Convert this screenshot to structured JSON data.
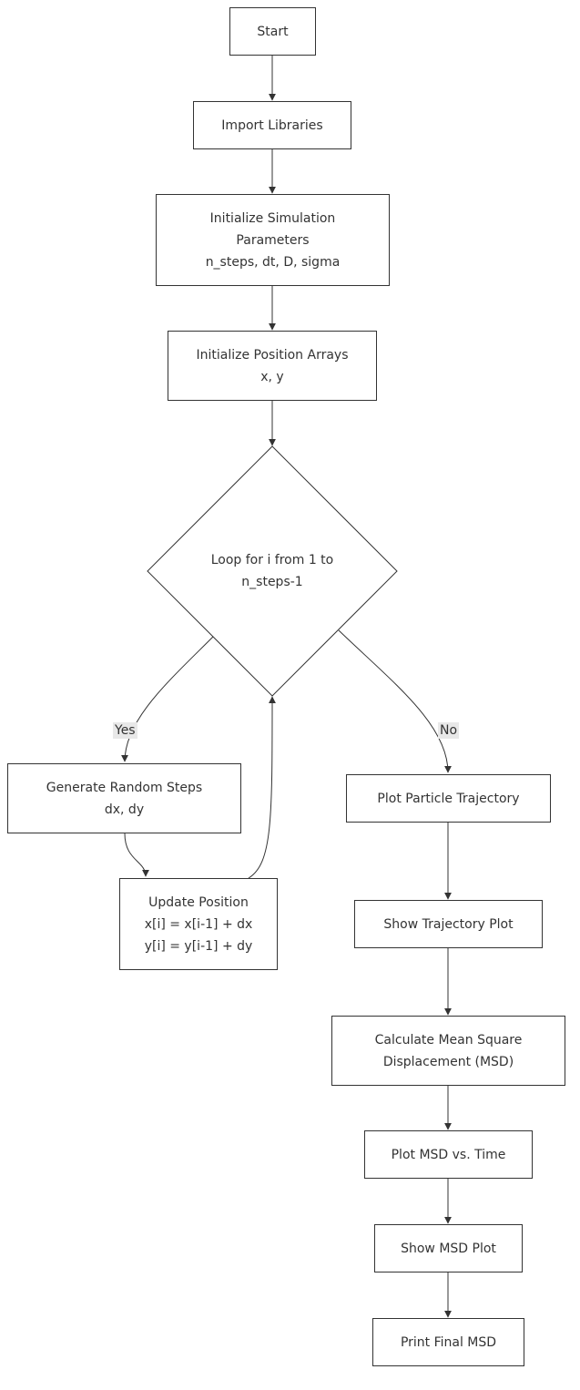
{
  "nodes": {
    "start": "Start",
    "import": "Import Libraries",
    "init_params": [
      "Initialize Simulation",
      "Parameters",
      "n_steps, dt, D, sigma"
    ],
    "init_pos": [
      "Initialize Position Arrays",
      "x, y"
    ],
    "loop": [
      "Loop for i from 1 to",
      "n_steps-1"
    ],
    "gen_steps": [
      "Generate Random Steps",
      "dx, dy"
    ],
    "update_pos": [
      "Update Position",
      "x[i] = x[i-1] + dx",
      "y[i] = y[i-1] + dy"
    ],
    "plot_traj": "Plot Particle Trajectory",
    "show_traj": "Show Trajectory Plot",
    "calc_msd": [
      "Calculate Mean Square",
      "Displacement (MSD)"
    ],
    "plot_msd": "Plot MSD vs. Time",
    "show_msd": "Show MSD Plot",
    "print_msd": "Print Final MSD"
  },
  "edge_labels": {
    "yes": "Yes",
    "no": "No"
  },
  "colors": {
    "stroke": "#333333",
    "label_bg": "#e8e8e8"
  }
}
